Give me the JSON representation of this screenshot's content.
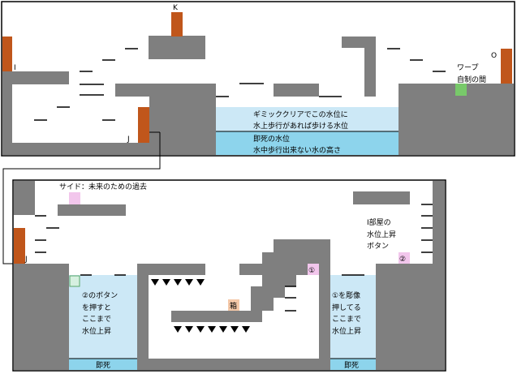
{
  "colors": {
    "wall": "#7f7f7f",
    "door": "#c0561b",
    "water_light": "#cce8f6",
    "water_dark": "#8dd4ec",
    "water_mid": "#bfe4f7",
    "warp": "#78c96a",
    "button_pink": "#f2c6ec",
    "box": "#f4c8a8",
    "outline": "#000000"
  },
  "top_room": {
    "door_labels": {
      "K": "K",
      "I": "I",
      "O": "O",
      "J": "J"
    },
    "warp_label_1": "ワープ",
    "warp_label_2": "自制の間",
    "water_upper_line1": "ギミッククリアでこの水位に",
    "water_upper_line2": "水上歩行があれば歩ける水位",
    "water_lower_line1": "即死の水位",
    "water_lower_line2": "水中歩行出来ない水の高さ"
  },
  "bottom_room": {
    "door_label_J": "J",
    "side_text": "サイド：未来のための過去",
    "room_text_1": "I部屋の",
    "room_text_2": "水位上昇",
    "room_text_3": "ボタン",
    "button_1": "①",
    "button_2": "②",
    "box_label": "箱",
    "left_pool_1": "②のボタン",
    "left_pool_2": "を押すと",
    "left_pool_3": "ここまで",
    "left_pool_4": "水位上昇",
    "right_pool_1": "①を彫像",
    "right_pool_2": "押してる",
    "right_pool_3": "ここまで",
    "right_pool_4": "水位上昇",
    "death_left": "即死",
    "death_right": "即死"
  }
}
